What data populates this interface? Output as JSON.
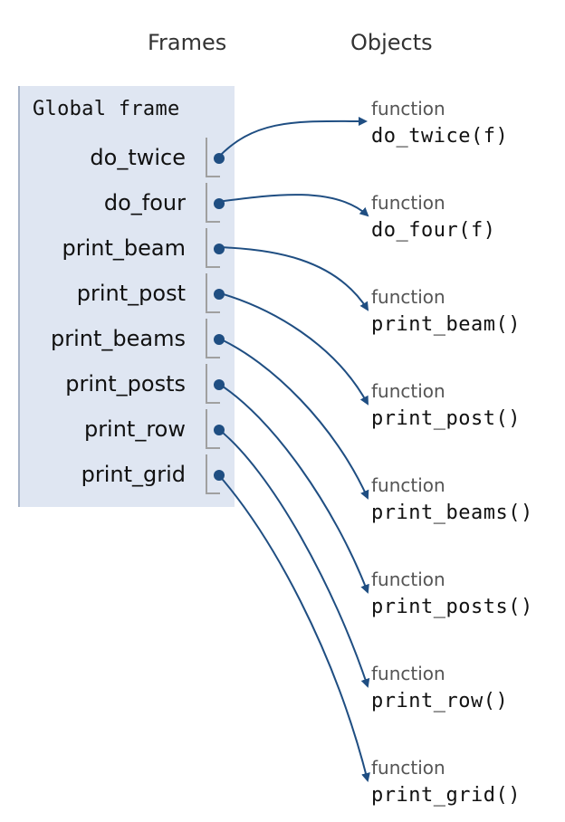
{
  "headers": {
    "frames": "Frames",
    "objects": "Objects"
  },
  "frame": {
    "title": "Global frame",
    "variables": [
      {
        "name": "do_twice"
      },
      {
        "name": "do_four"
      },
      {
        "name": "print_beam"
      },
      {
        "name": "print_post"
      },
      {
        "name": "print_beams"
      },
      {
        "name": "print_posts"
      },
      {
        "name": "print_row"
      },
      {
        "name": "print_grid"
      }
    ]
  },
  "objects": [
    {
      "type": "function",
      "name": "do_twice(f)"
    },
    {
      "type": "function",
      "name": "do_four(f)"
    },
    {
      "type": "function",
      "name": "print_beam()"
    },
    {
      "type": "function",
      "name": "print_post()"
    },
    {
      "type": "function",
      "name": "print_beams()"
    },
    {
      "type": "function",
      "name": "print_posts()"
    },
    {
      "type": "function",
      "name": "print_row()"
    },
    {
      "type": "function",
      "name": "print_grid()"
    }
  ],
  "colors": {
    "arrow": "#1f4e82",
    "frame_bg": "#dfe6f2"
  }
}
